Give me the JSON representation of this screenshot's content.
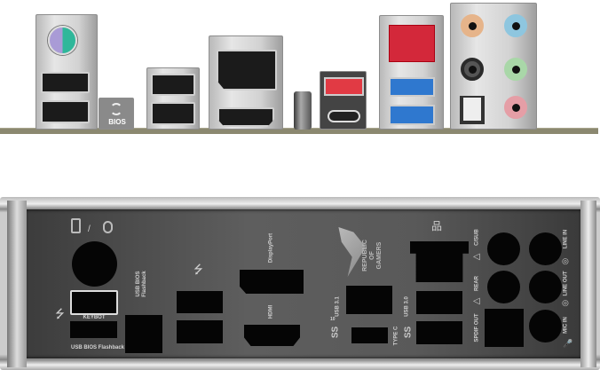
{
  "motherboard_io": {
    "bios_button_label": "BIOS",
    "port_colors": {
      "ps2_left": "#a99bd6",
      "ps2_right": "#2fb79a",
      "lan": "#d3283a",
      "usb31": "#e13a44",
      "usb30": "#2f78cf",
      "audio_orange": "#e6b48a",
      "audio_blue": "#8ec6df",
      "audio_black": "#2a2a2a",
      "audio_green": "#a9d7a8",
      "audio_pink": "#e59ea6",
      "pcb": "#8b8870"
    }
  },
  "io_shield": {
    "keybot_label": "KEYBOT",
    "usb_bios_flashback_label": "USB BIOS Flashback",
    "usb_bios_flashback_vertical_label": "USB BIOS Flashback",
    "displayport_label": "DisplayPort",
    "hdmi_label": "HDMI",
    "brand_text": "REPUBLIC OF GAMERS",
    "usb31_label": "USB 3.1",
    "ss10_badge": "10",
    "type_c_label": "TYPE C",
    "usb30_label": "USB 3.0",
    "csub_label": "C/SUB",
    "rear_label": "REAR",
    "spdif_label": "SPDIF OUT",
    "line_in_label": "LINE IN",
    "line_out_label": "LINE OUT",
    "mic_in_label": "MIC IN",
    "ss_logo": "SS"
  }
}
